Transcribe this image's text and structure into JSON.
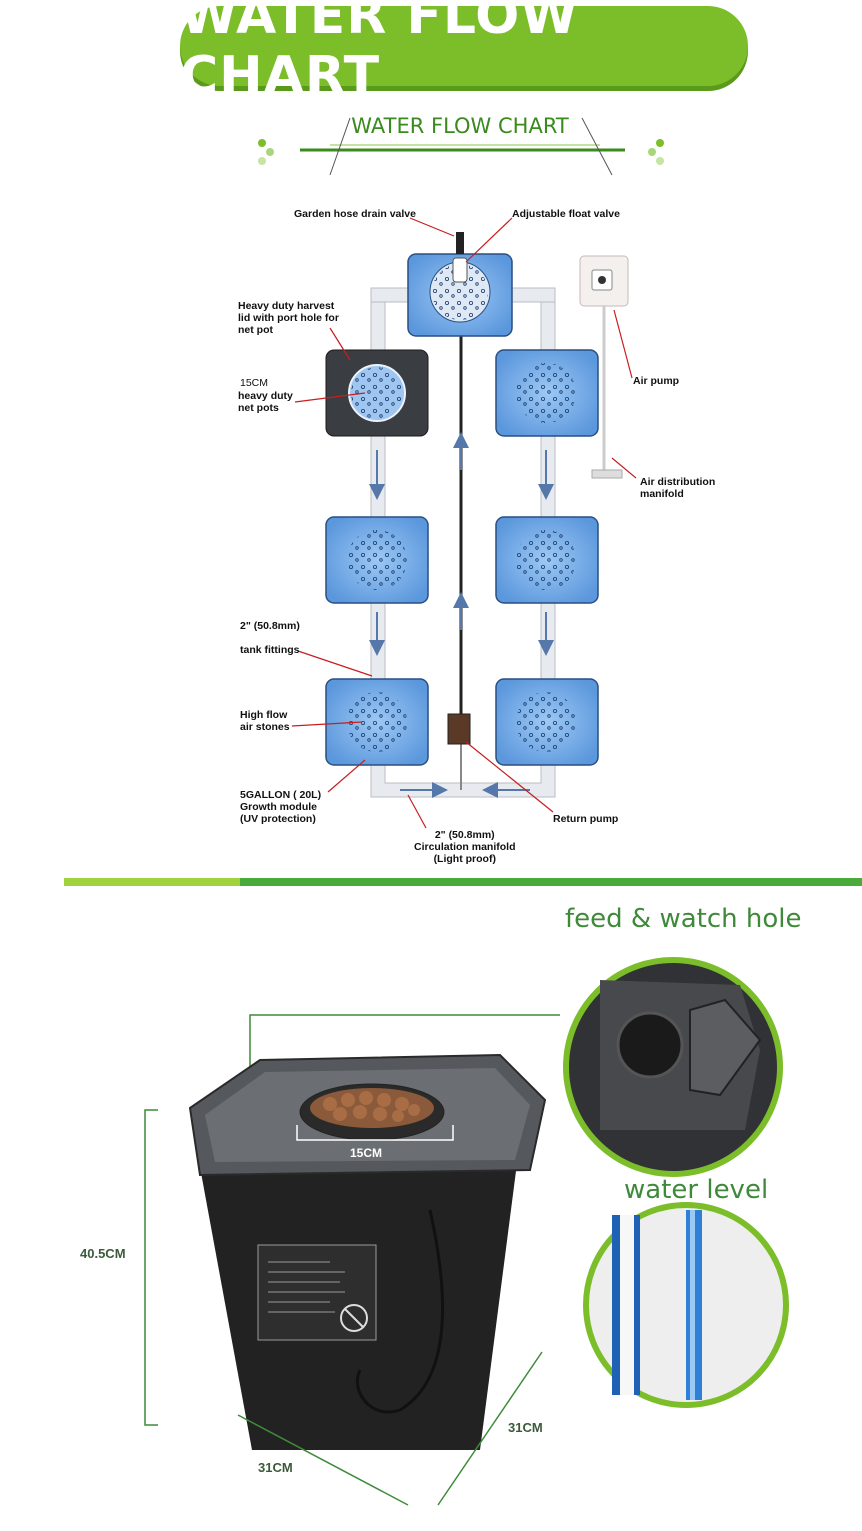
{
  "banner": {
    "title": "WATER FLOW CHART"
  },
  "subheader": {
    "title": "WATER FLOW CHART"
  },
  "diagram": {
    "labels": {
      "drain_valve": "Garden hose drain valve",
      "float_valve": "Adjustable float valve",
      "harvest_lid": "Heavy duty harvest\nlid with port hole for\nnet pot",
      "net_pots_size": "15CM",
      "net_pots": "heavy duty\nnet pots",
      "air_pump": "Air pump",
      "air_manifold": "Air distribution\nmanifold",
      "fitting_size": "2\" (50.8mm)",
      "tank_fittings": "tank fittings",
      "air_stones": "High flow\nair stones",
      "growth_module": "5GALLON ( 20L)\nGrowth module\n(UV protection)",
      "circulation_manifold": "2\" (50.8mm)\nCirculation manifold\n(Light proof)",
      "return_pump": "Return pump"
    }
  },
  "product": {
    "feed_hole": "feed & watch hole",
    "water_level": "water level",
    "pot_diameter": "15CM",
    "height": "40.5CM",
    "width_front": "31CM",
    "width_side": "31CM"
  },
  "colors": {
    "brand_green": "#7cbd2a",
    "module_blue": "#6aa6e8",
    "dark_green": "#3f8a3a"
  }
}
